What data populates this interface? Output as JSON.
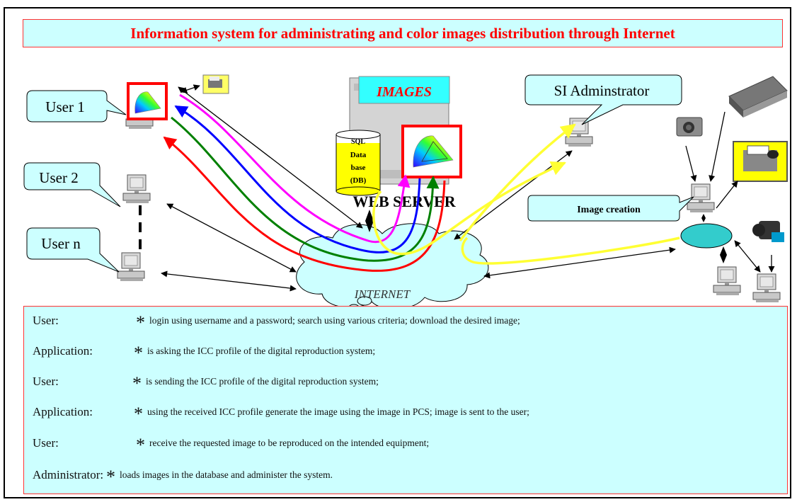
{
  "title": "Information system for administrating and color images distribution through Internet",
  "nodes": {
    "user1": "User 1",
    "user2": "User 2",
    "usern": "User n",
    "images": "IMAGES",
    "sql": "SQL",
    "database": [
      "Data",
      "base",
      "(DB)"
    ],
    "web_server": "WEB SERVER",
    "admin": "SI Adminstrator",
    "image_creation": "Image creation",
    "internet": "INTERNET"
  },
  "steps": [
    {
      "role": "User:",
      "star": "*",
      "desc": "login using username and a password; search using various criteria; download the desired image;"
    },
    {
      "role": "Application:",
      "star": "*",
      "desc": "is asking the ICC profile of the digital reproduction system;"
    },
    {
      "role": "User:",
      "star": "*",
      "desc": "is sending the ICC profile of the digital reproduction system;"
    },
    {
      "role": "Application:",
      "star": "*",
      "desc": "using the received ICC profile generate the image using the image in PCS; image is sent to the user;"
    },
    {
      "role": "User:",
      "star": "*",
      "desc": "receive the requested image to be reproduced on the intended equipment;"
    },
    {
      "role": "Administrator:",
      "star": "*",
      "desc": "loads images in the database and administer the system."
    }
  ],
  "colors": {
    "title_text": "#ff0000",
    "panel_bg": "#ccffff",
    "curve_magenta": "#ff00ff",
    "curve_blue": "#0000ff",
    "curve_green": "#008000",
    "curve_red": "#ff0000",
    "curve_yellow": "#ffff33"
  },
  "icons": [
    "computer-icon",
    "printer-icon",
    "scanner-icon",
    "camera-icon",
    "video-camera-icon",
    "chromaticity-diagram-icon",
    "server-icon",
    "database-icon",
    "cloud-icon"
  ]
}
